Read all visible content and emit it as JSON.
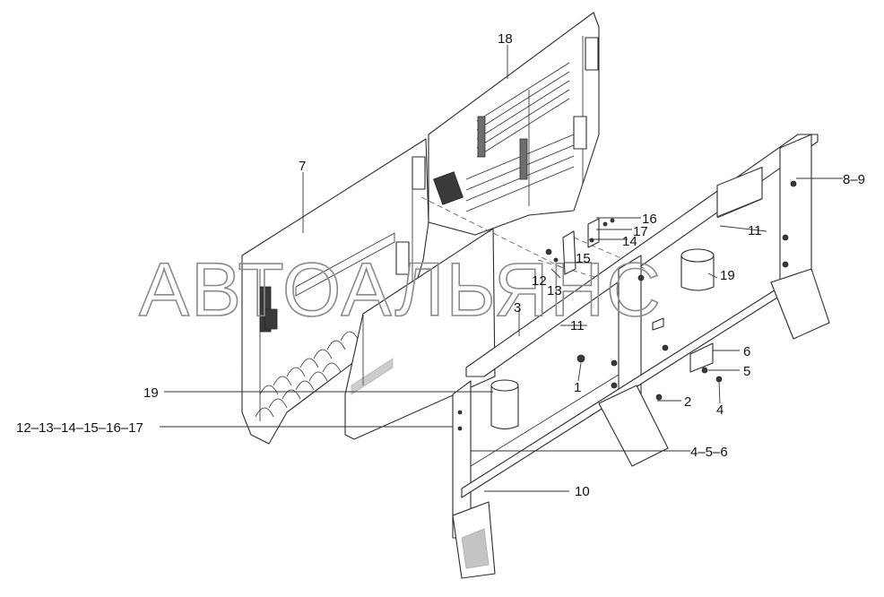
{
  "watermark": "АВТОАЛЬЯНС",
  "callouts": {
    "c18": "18",
    "c7": "7",
    "c16": "16",
    "c17": "17",
    "c14": "14",
    "c15": "15",
    "c12": "12",
    "c13": "13",
    "c3": "3",
    "c11a": "11",
    "c11b": "11",
    "c19a": "19",
    "c19b": "19",
    "c89": "8–9",
    "c6": "6",
    "c5": "5",
    "c4": "4",
    "c2": "2",
    "c1": "1",
    "c456": "4–5–6",
    "c10": "10",
    "c121314151617": "12–13–14–15–16–17"
  }
}
